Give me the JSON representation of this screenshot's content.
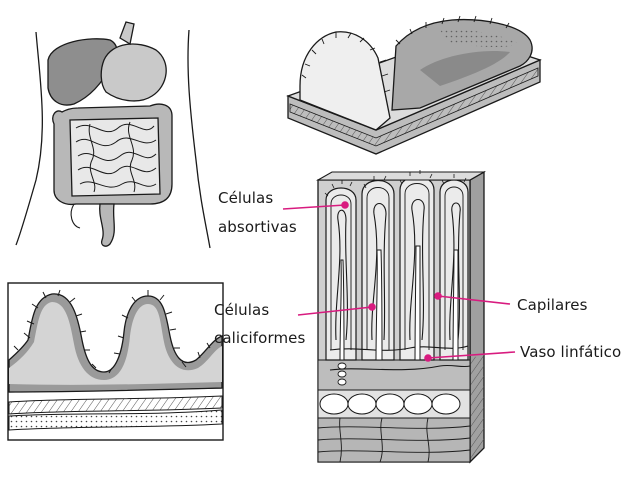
{
  "labels": {
    "celulas_absortivas": [
      "Células",
      "absortivas"
    ],
    "celulas_caliciformes": [
      "Células",
      "caliciformes"
    ],
    "capilares": "Capilares",
    "vaso_linfatico": "Vaso linfático"
  },
  "colors": {
    "leader": "#d81b7f",
    "outline": "#1a1a1a",
    "gray_light": "#d6d6d6",
    "gray_mid": "#a9a9a9",
    "gray_dark": "#6f6f6f"
  }
}
